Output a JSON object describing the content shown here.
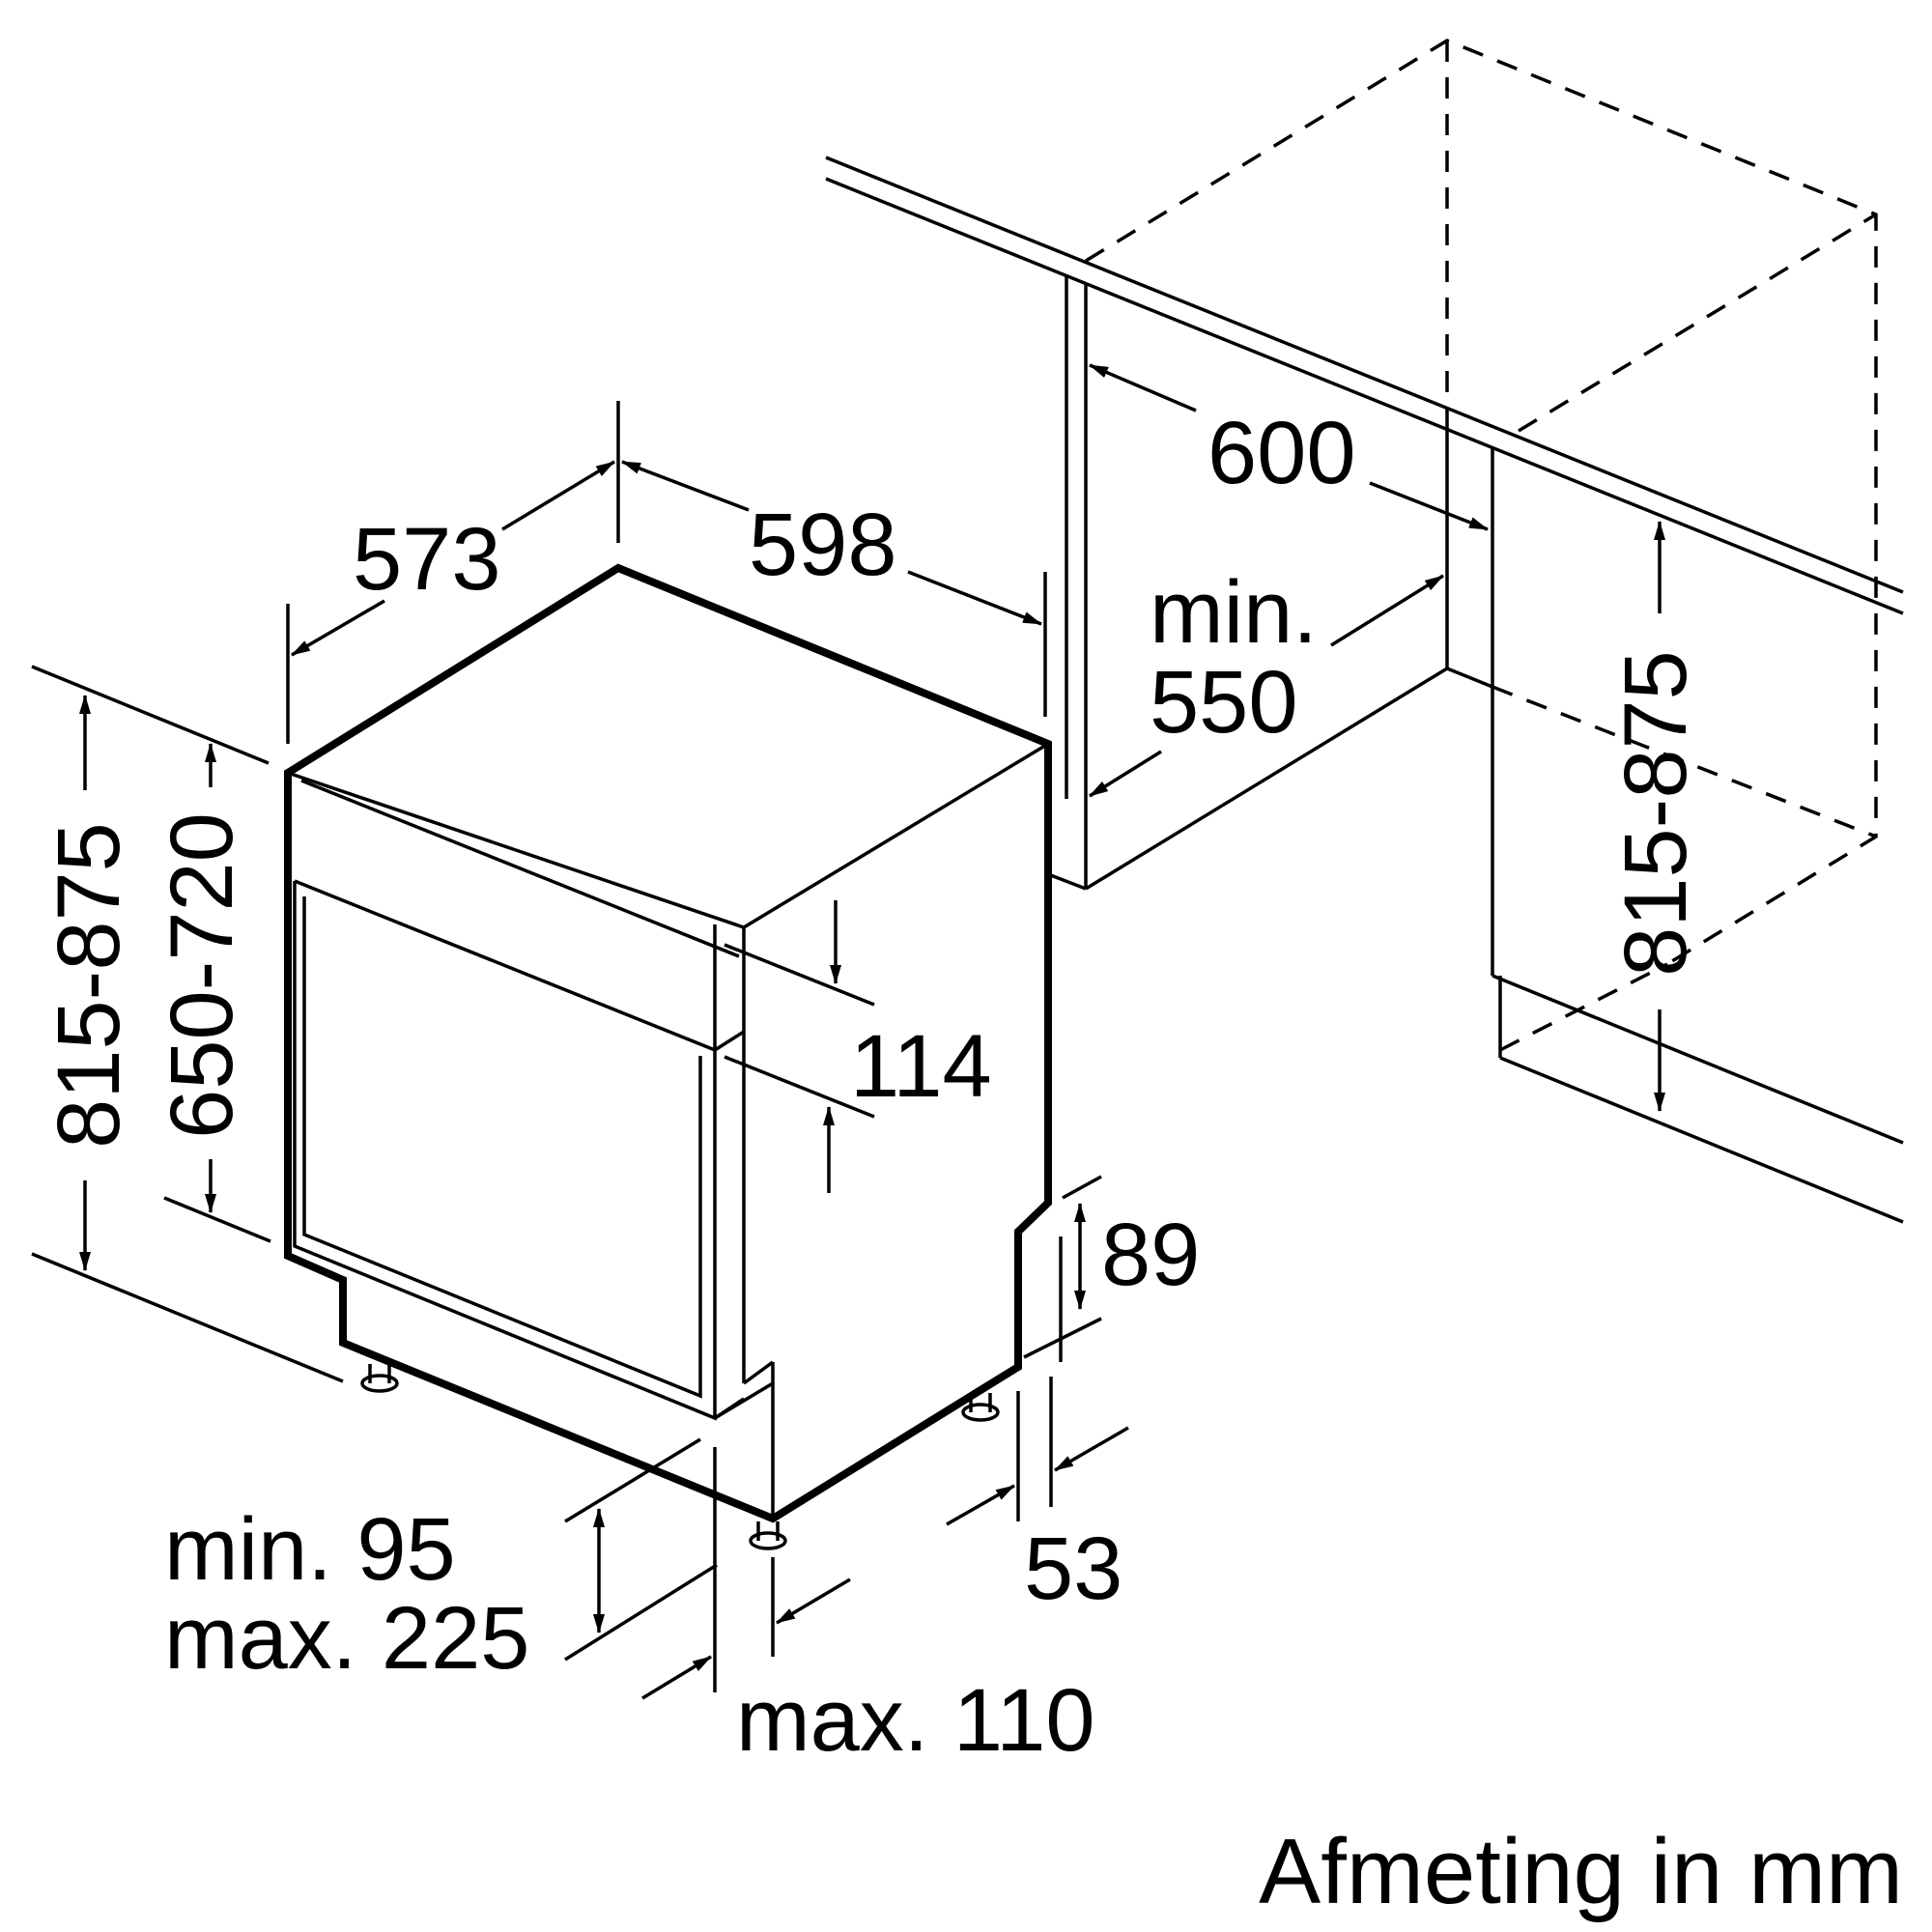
{
  "diagram": {
    "dimensions": {
      "depth_573": "573",
      "width_598": "598",
      "depth_600": "600",
      "min_label": "min.",
      "depth_550": "550",
      "height_114": "114",
      "height_89": "89",
      "height_815_875_left": "815-875",
      "height_650_720": "650-720",
      "height_815_875_right": "815-875",
      "plinth_min": "min. 95",
      "plinth_max": "max. 225",
      "offset_max_110": "max. 110",
      "offset_53": "53"
    },
    "caption": "Afmeting in mm"
  }
}
